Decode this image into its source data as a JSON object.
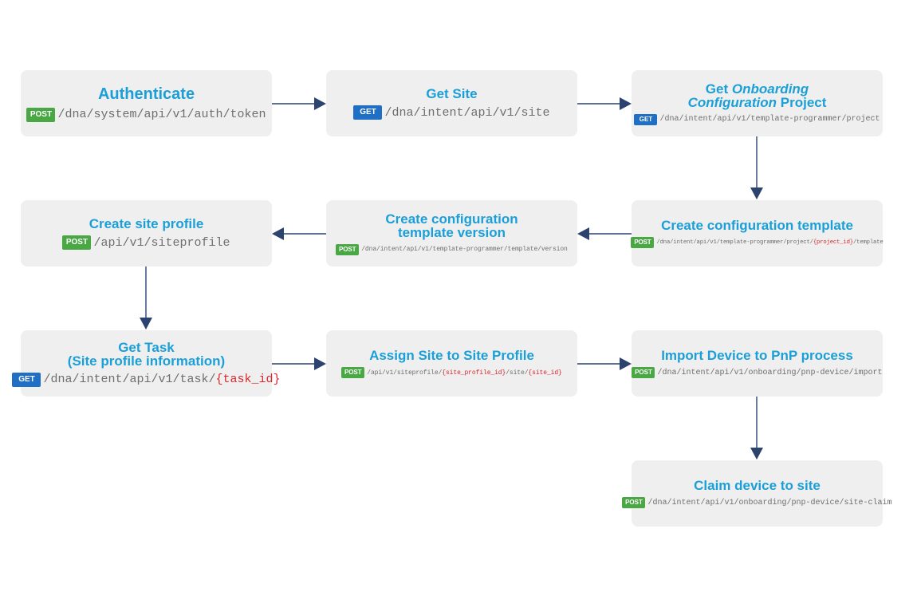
{
  "nodes": {
    "authenticate": {
      "title": "Authenticate",
      "method": "POST",
      "path": "/dna/system/api/v1/auth/token"
    },
    "get_site": {
      "title": "Get Site",
      "method": "GET",
      "path": "/dna/intent/api/v1/site"
    },
    "get_project": {
      "title_line1_prefix": "Get ",
      "title_line1_italic": "Onboarding",
      "title_line2_italic": "Configuration",
      "title_line2_suffix": " Project",
      "method": "GET",
      "path": "/dna/intent/api/v1/template-programmer/project"
    },
    "create_template": {
      "title": "Create configuration template",
      "method": "POST",
      "path_prefix": "/dna/intent/api/v1/template-programmer/project/",
      "path_param": "{project_id}",
      "path_suffix": "/template"
    },
    "create_template_version": {
      "title_line1": "Create configuration",
      "title_line2": "template version",
      "method": "POST",
      "path": "/dna/intent/api/v1/template-programmer/template/version"
    },
    "create_site_profile": {
      "title": "Create site profile",
      "method": "POST",
      "path": "/api/v1/siteprofile"
    },
    "get_task": {
      "title_line1": "Get Task",
      "title_line2": "(Site profile information)",
      "method": "GET",
      "path_prefix": "/dna/intent/api/v1/task/",
      "path_param": "{task_id}"
    },
    "assign_site": {
      "title": "Assign Site to Site Profile",
      "method": "POST",
      "path_prefix": "/api/v1/siteprofile/",
      "path_param1": "{site_profile_id}",
      "path_mid": "/site/",
      "path_param2": "{site_id}"
    },
    "import_device": {
      "title": "Import Device to PnP process",
      "method": "POST",
      "path": "/dna/intent/api/v1/onboarding/pnp-device/import"
    },
    "claim_device": {
      "title": "Claim device to site",
      "method": "POST",
      "path": "/dna/intent/api/v1/onboarding/pnp-device/site-claim"
    }
  },
  "colors": {
    "title": "#1a9fd8",
    "post": "#49a844",
    "get": "#1f6fc5",
    "param": "#d9272e",
    "arrow": "#2c4370",
    "box": "#efefef"
  }
}
